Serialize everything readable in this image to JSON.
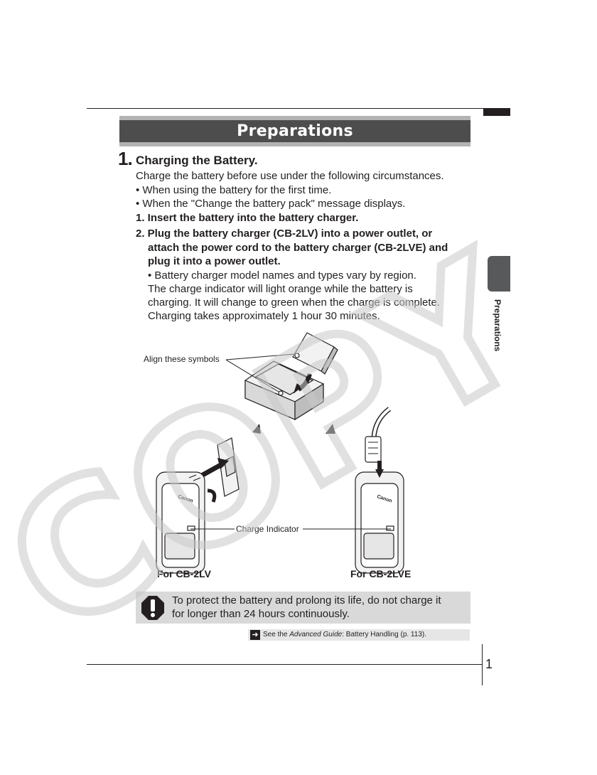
{
  "header": {
    "title": "Preparations",
    "side_tab_label": "Preparations"
  },
  "step": {
    "number": "1.",
    "title": "Charging the Battery.",
    "intro": "Charge the battery before use under the following circumstances.",
    "bullets": [
      "• When using the battery for the first time.",
      "• When the \"Change the battery pack\" message displays."
    ],
    "instruction_1": "1. Insert the battery into the battery charger.",
    "instruction_2_lines": [
      "2. Plug the battery charger (CB-2LV) into a power outlet, or",
      "attach the power cord to the battery charger (CB-2LVE) and",
      "plug it into a power outlet."
    ],
    "note_lines": [
      "• Battery charger model names and types vary by region.",
      "The charge indicator will light orange while the battery is",
      "charging. It will change to green when the charge is complete.",
      "Charging takes approximately 1 hour 30 minutes."
    ]
  },
  "figure": {
    "align_label": "Align these symbols",
    "charge_indicator_label": "Charge Indicator",
    "left_caption": "For CB-2LV",
    "right_caption": "For CB-2LVE",
    "brand_text": "Canon"
  },
  "caution": {
    "lines": [
      "To protect the battery and prolong its life, do not charge it",
      "for longer than 24 hours continuously."
    ]
  },
  "reference": {
    "prefix": "See the ",
    "guide": "Advanced Guide",
    "suffix": ": Battery Handling (p. 113)."
  },
  "footer": {
    "page_number": "1"
  },
  "watermark": {
    "text": "COPY"
  },
  "colors": {
    "title_bar": "#4d4d4d",
    "title_bar_edge": "#b3b3b3",
    "caution_bg": "#d9d9d9",
    "text": "#231f20"
  }
}
